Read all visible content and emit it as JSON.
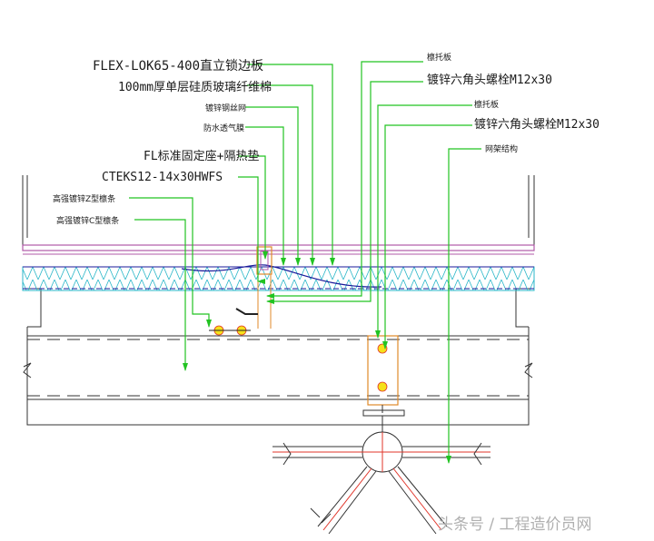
{
  "labels": {
    "left": [
      {
        "text": "FLEX-LOK65-400直立锁边板"
      },
      {
        "text": "100mm厚单层硅质玻璃纤维棉"
      },
      {
        "text": "镀锌钢丝网"
      },
      {
        "text": "防水透气膜"
      },
      {
        "text": "FL标准固定座+隔热垫"
      },
      {
        "text": "CTEKS12-14x30HWFS"
      },
      {
        "text": "高强镀锌Z型檩条"
      },
      {
        "text": "高强镀锌C型檩条"
      }
    ],
    "right": [
      {
        "text": "檩托板"
      },
      {
        "text": "镀锌六角头螺栓M12x30"
      },
      {
        "text": "檩托板"
      },
      {
        "text": "镀锌六角头螺栓M12x30"
      },
      {
        "text": "网架结构"
      }
    ]
  },
  "watermark": "头条号 / 工程造价员网",
  "colors": {
    "leader": "#22c322",
    "roof_purple": "#b05aa8",
    "insulation": "#29b6c8",
    "node_red": "#e0352a",
    "bracket_orange": "#e08a2a"
  }
}
